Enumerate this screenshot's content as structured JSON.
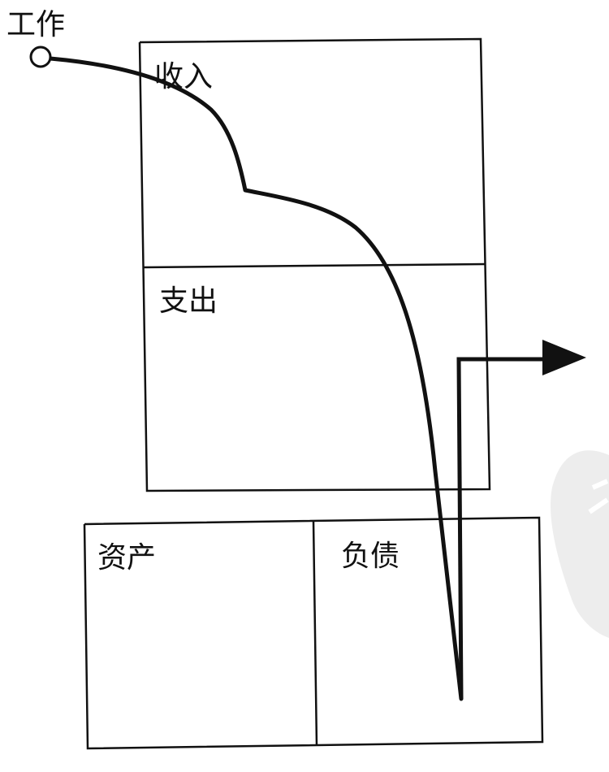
{
  "labels": {
    "start": "工作",
    "income": "收入",
    "expense": "支出",
    "assets": "资产",
    "liabilities": "负债"
  },
  "colors": {
    "ink": "#111111",
    "background": "#ffffff",
    "watermark": "#ededed"
  },
  "icons": {
    "start_marker": "circle-node",
    "exit_arrow": "arrow-right",
    "watermark": "faded-logo"
  }
}
